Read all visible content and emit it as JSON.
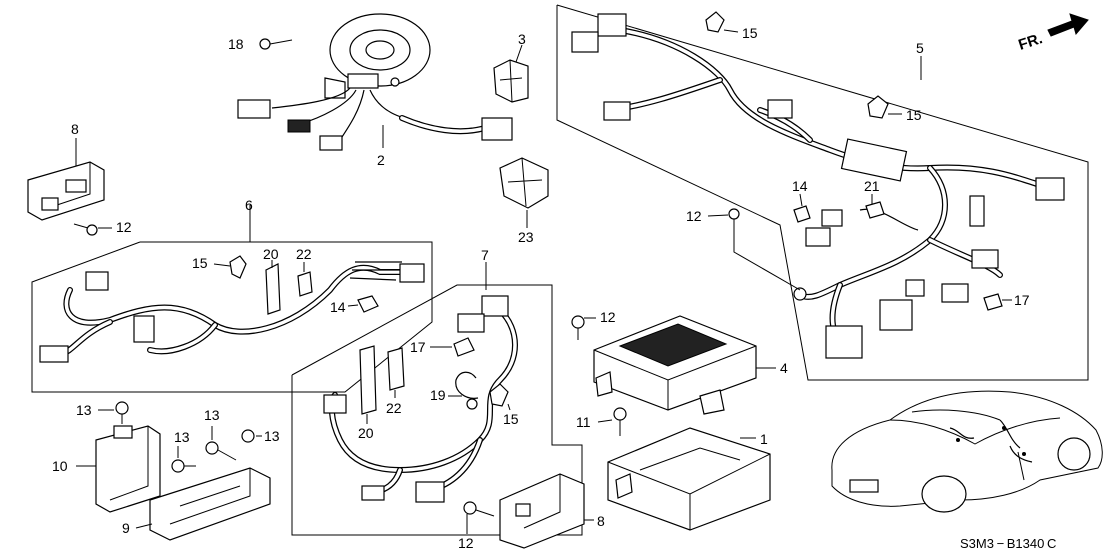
{
  "diagram_code": "S3M3 − B1340 C",
  "front_label": "FR.",
  "callouts": {
    "c1": "1",
    "c2": "2",
    "c3": "3",
    "c4": "4",
    "c5": "5",
    "c6": "6",
    "c7": "7",
    "c8a": "8",
    "c8b": "8",
    "c9": "9",
    "c10": "10",
    "c11": "11",
    "c12a": "12",
    "c12b": "12",
    "c12c": "12",
    "c12d": "12",
    "c13a": "13",
    "c13b": "13",
    "c13c": "13",
    "c13d": "13",
    "c14a": "14",
    "c14b": "14",
    "c15a": "15",
    "c15b": "15",
    "c15c": "15",
    "c15d": "15",
    "c17a": "17",
    "c17b": "17",
    "c18": "18",
    "c19": "19",
    "c20a": "20",
    "c20b": "20",
    "c21": "21",
    "c22a": "22",
    "c22b": "22",
    "c23": "23"
  },
  "icons": [
    "front-arrow-icon",
    "car-silhouette-icon"
  ]
}
